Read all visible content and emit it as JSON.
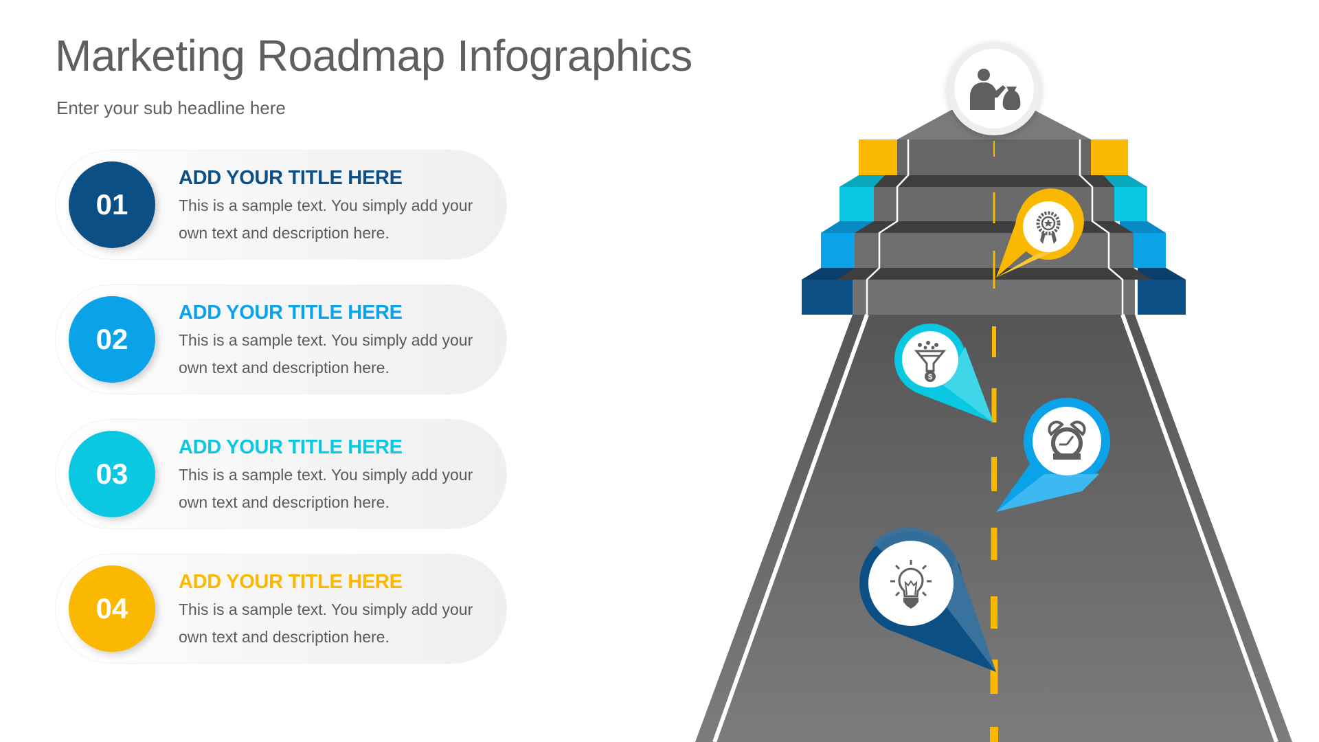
{
  "header": {
    "title": "Marketing Roadmap Infographics",
    "subtitle": "Enter your sub headline here"
  },
  "steps": [
    {
      "number": "01",
      "title": "ADD YOUR TITLE HERE",
      "description": "This is a sample text. You simply add your own text and description here.",
      "color": "#0b4f85"
    },
    {
      "number": "02",
      "title": "ADD YOUR TITLE HERE",
      "description": "This is a sample text. You simply add your own text and description here.",
      "color": "#0aa3ea"
    },
    {
      "number": "03",
      "title": "ADD YOUR TITLE HERE",
      "description": "This is a sample text. You simply add your own text and description here.",
      "color": "#0bc8e2"
    },
    {
      "number": "04",
      "title": "ADD YOUR TITLE HERE",
      "description": "This is a sample text. You simply add your own text and description here.",
      "color": "#fbb800"
    }
  ],
  "roadmap": {
    "goal_icon": "businessman-money-bag-icon",
    "pins": [
      {
        "icon": "award-badge-icon",
        "color": "#fbb800"
      },
      {
        "icon": "sales-funnel-dollar-icon",
        "color": "#0bc8e2"
      },
      {
        "icon": "alarm-clock-icon",
        "color": "#0aa3ea"
      },
      {
        "icon": "lightbulb-icon",
        "color": "#0b4f85"
      }
    ],
    "colors": {
      "road": "#6e6e6e",
      "road_dark": "#555555",
      "center_line": "#fbb800",
      "edge_line": "#ffffff"
    }
  }
}
